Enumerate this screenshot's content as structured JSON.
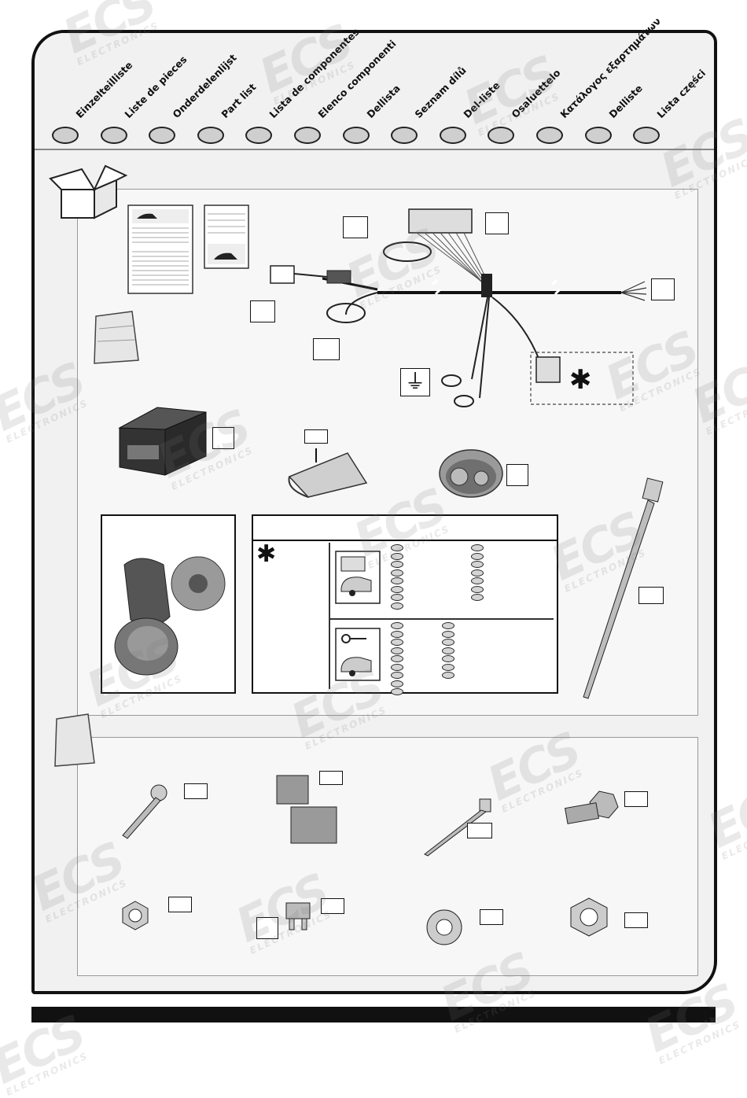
{
  "header": {
    "languages": [
      "Einzelteilliste",
      "Liste de pieces",
      "Onderdelenlijst",
      "Part list",
      "Lista de componentes",
      "Elenco componenti",
      "Dellista",
      "Seznam dílů",
      "Del-liste",
      "Osaluettelo",
      "Κατάλογος εξαρτημάτων",
      "Delliste",
      "Lista części"
    ]
  },
  "watermark": {
    "brand": "ECS",
    "sub": "ELECTRONICS"
  },
  "symbols": {
    "asterisk": "✱",
    "ground": "⏚"
  },
  "icons": [
    "box-icon",
    "manual-icon",
    "bag-icon",
    "wiring-harness-icon",
    "ground-symbol-icon",
    "module-icon",
    "foam-pad-icon",
    "grommet-icon",
    "socket-icon",
    "cable-tie-icon",
    "battery-icon",
    "key-icon",
    "caravan-icon",
    "screw-icon",
    "connector-icon",
    "bolt-icon",
    "nut-icon",
    "fuse-icon",
    "washer-icon"
  ],
  "colors": {
    "frame": "#111111",
    "panel_bg": "#f7f7f7",
    "circle_fill": "#cfcfcf"
  }
}
